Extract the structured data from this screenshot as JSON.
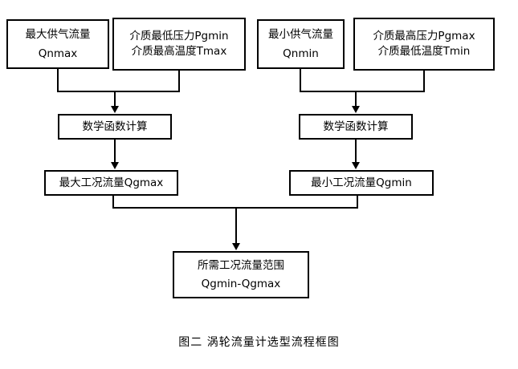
{
  "diagram": {
    "caption": "图二  涡轮流量计选型流程框图",
    "nodes": {
      "qnmax": {
        "line1": "最大供气流量",
        "line2": "Qnmax"
      },
      "pgmin": {
        "line1": "介质最低压力Pgmin",
        "line2": "介质最高温度Tmax"
      },
      "qnmin": {
        "line1": "最小供气流量",
        "line2": "Qnmin"
      },
      "pgmax": {
        "line1": "介质最高压力Pgmax",
        "line2": "介质最低温度Tmin"
      },
      "calc_left": {
        "line1": "数学函数计算"
      },
      "calc_right": {
        "line1": "数学函数计算"
      },
      "qgmax": {
        "line1": "最大工况流量Qgmax"
      },
      "qgmin": {
        "line1": "最小工况流量Qgmin"
      },
      "range": {
        "line1": "所需工况流量范围",
        "line2": "Qgmin-Qgmax"
      }
    }
  },
  "chart_data": {
    "type": "diagram",
    "title": "图二  涡轮流量计选型流程框图",
    "nodes": [
      {
        "id": "qnmax",
        "label": "最大供气流量 Qnmax",
        "row": 1
      },
      {
        "id": "pgmin",
        "label": "介质最低压力Pgmin / 介质最高温度Tmax",
        "row": 1
      },
      {
        "id": "qnmin",
        "label": "最小供气流量 Qnmin",
        "row": 1
      },
      {
        "id": "pgmax",
        "label": "介质最高压力Pgmax / 介质最低温度Tmin",
        "row": 1
      },
      {
        "id": "calc_left",
        "label": "数学函数计算",
        "row": 2
      },
      {
        "id": "calc_right",
        "label": "数学函数计算",
        "row": 2
      },
      {
        "id": "qgmax",
        "label": "最大工况流量Qgmax",
        "row": 3
      },
      {
        "id": "qgmin",
        "label": "最小工况流量Qgmin",
        "row": 3
      },
      {
        "id": "range",
        "label": "所需工况流量范围 Qgmin-Qgmax",
        "row": 4
      }
    ],
    "edges": [
      {
        "from": "qnmax",
        "to": "calc_left",
        "style": "merge-arrow"
      },
      {
        "from": "pgmin",
        "to": "calc_left",
        "style": "merge-arrow"
      },
      {
        "from": "qnmin",
        "to": "calc_right",
        "style": "merge-arrow"
      },
      {
        "from": "pgmax",
        "to": "calc_right",
        "style": "merge-arrow"
      },
      {
        "from": "calc_left",
        "to": "qgmax",
        "style": "arrow"
      },
      {
        "from": "calc_right",
        "to": "qgmin",
        "style": "arrow"
      },
      {
        "from": "qgmax",
        "to": "range",
        "style": "merge-arrow"
      },
      {
        "from": "qgmin",
        "to": "range",
        "style": "merge-arrow"
      }
    ],
    "colors": {
      "stroke": "#000000",
      "fill": "#ffffff",
      "text": "#000000"
    }
  }
}
